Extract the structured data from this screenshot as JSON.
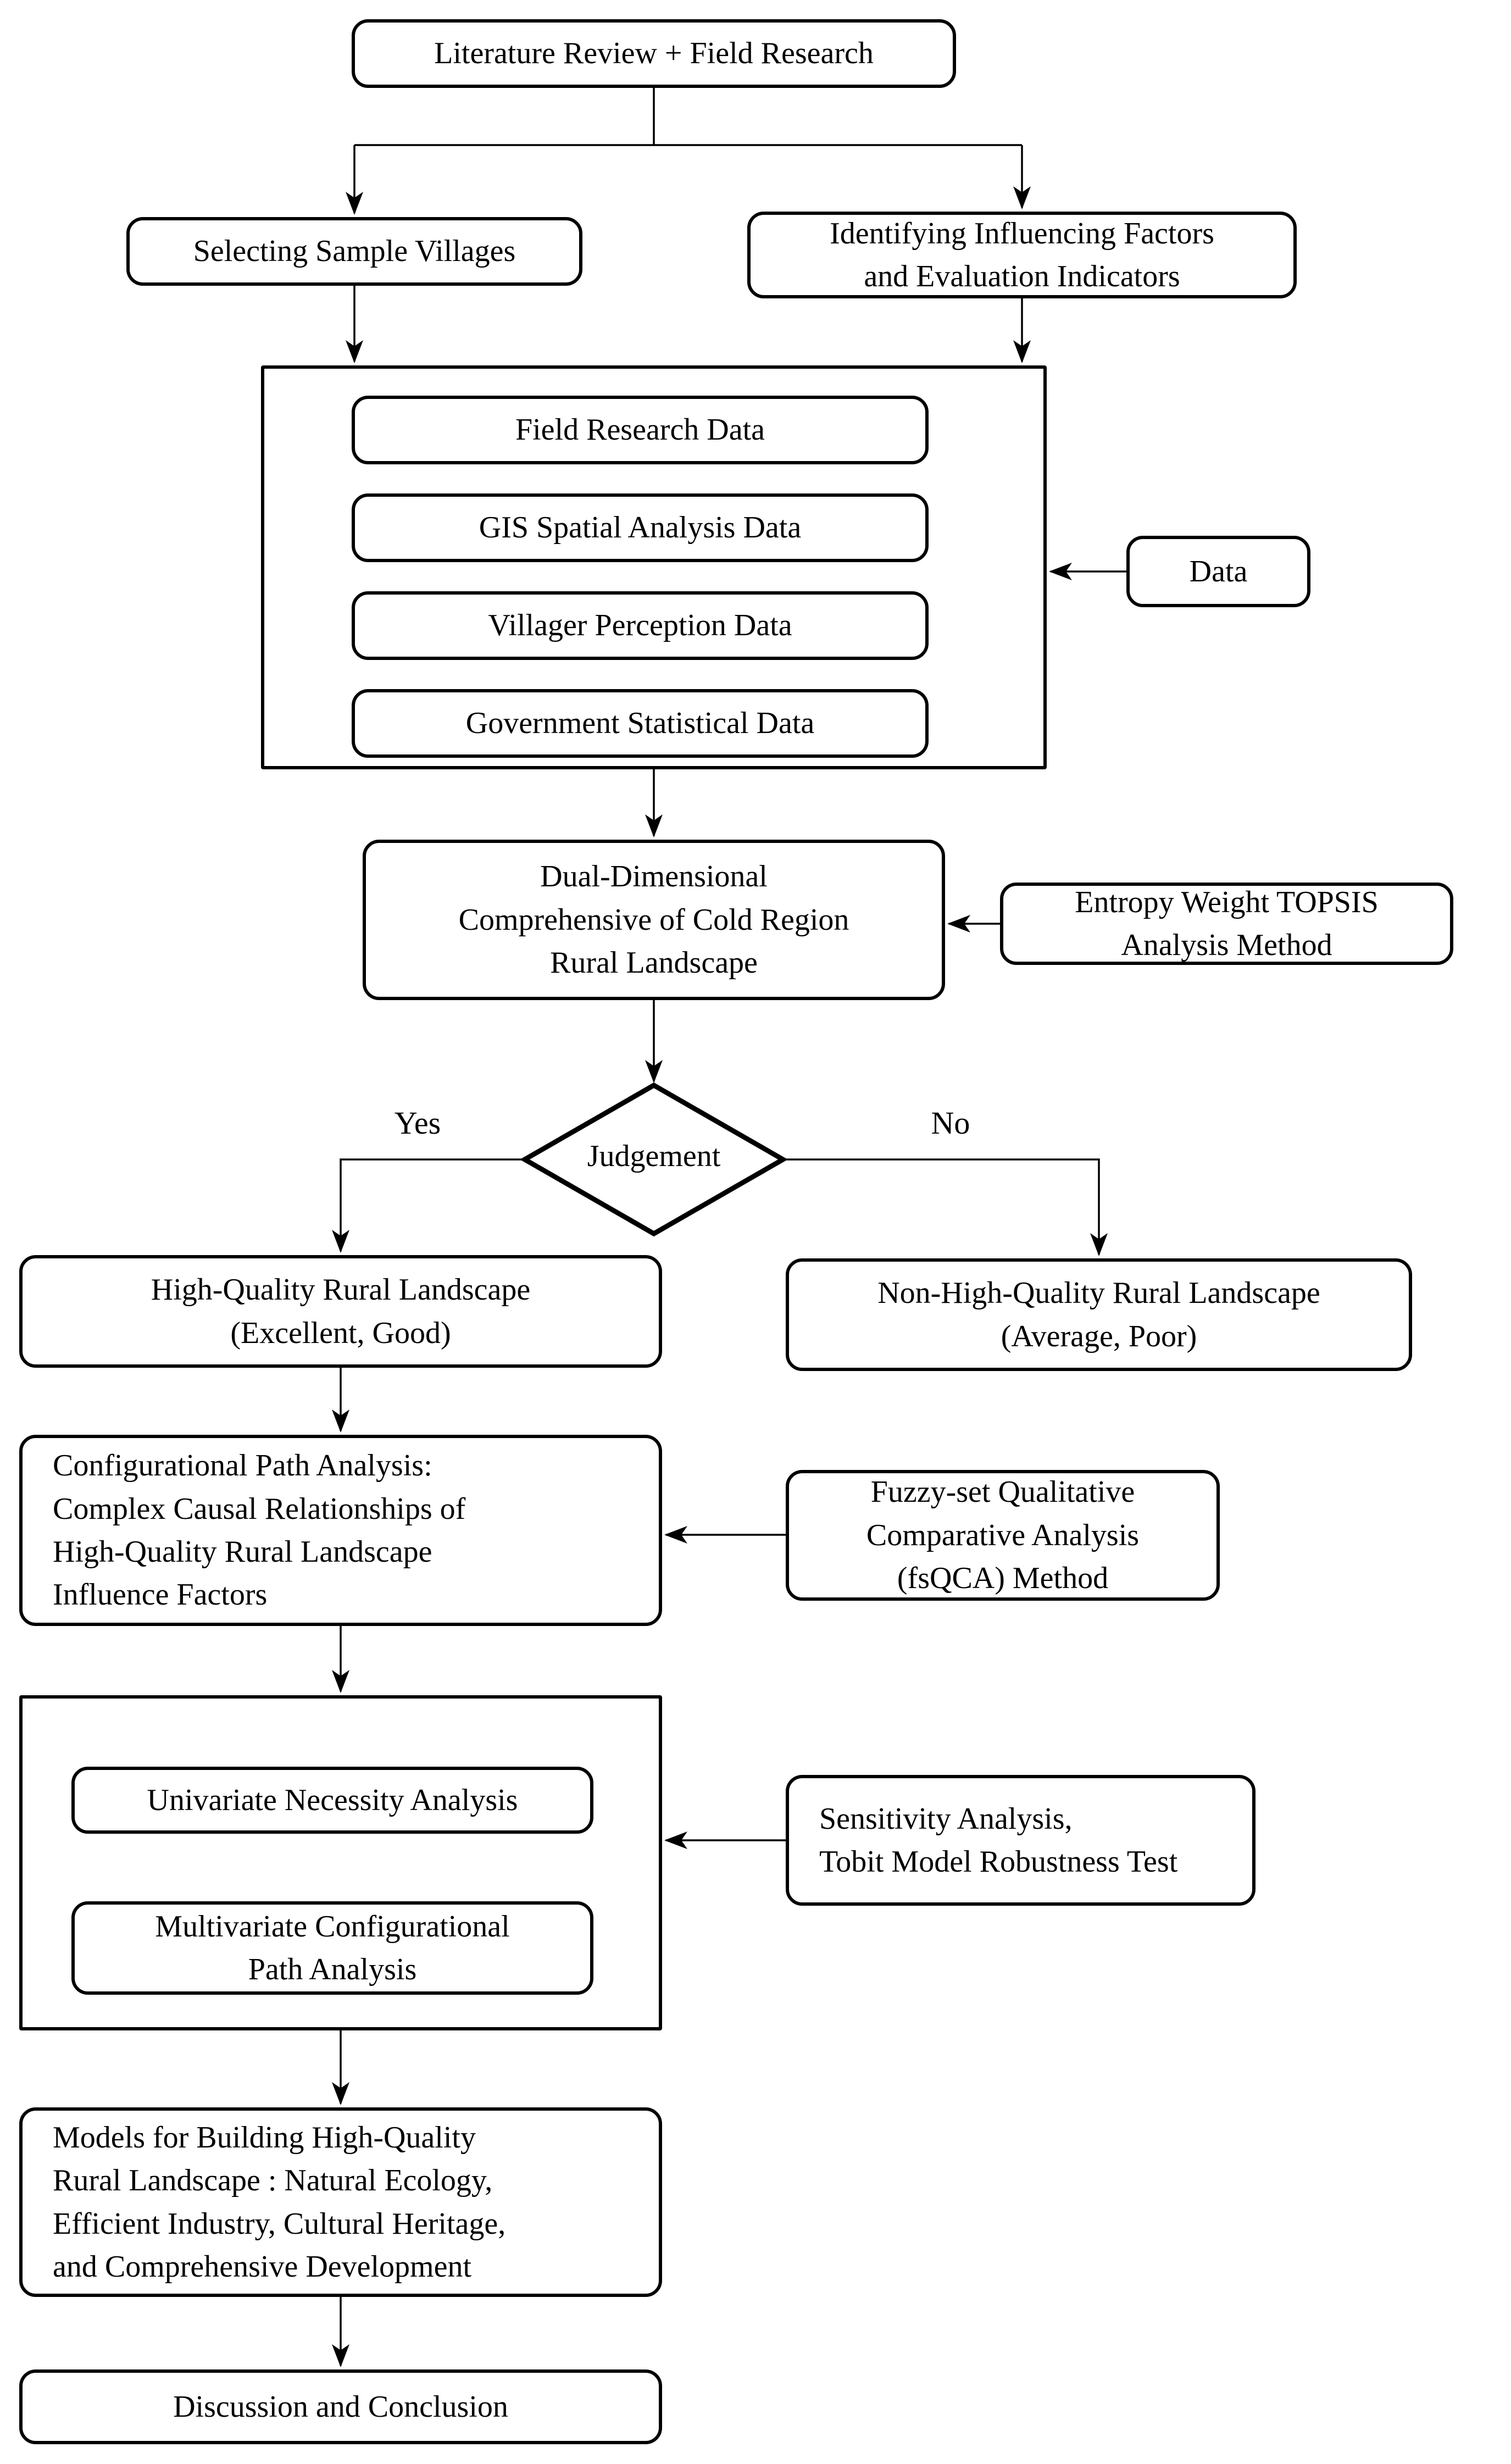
{
  "flowchart": {
    "colors": {
      "stroke": "#000000",
      "fill": "#ffffff"
    },
    "nodes": {
      "literature": "Literature Review + Field Research",
      "selecting": "Selecting Sample Villages",
      "identifying": "Identifying Influencing Factors\nand Evaluation Indicators",
      "field": "Field Research Data",
      "gis": "GIS Spatial Analysis Data",
      "villager": "Villager Perception Data",
      "government": "Government Statistical Data",
      "data": "Data",
      "dual": "Dual-Dimensional\nComprehensive of Cold Region\nRural Landscape",
      "entropy": "Entropy Weight TOPSIS\nAnalysis Method",
      "judgement": "Judgement",
      "high": "High-Quality Rural Landscape\n(Excellent, Good)",
      "nonhigh": "Non-High-Quality Rural Landscape\n(Average, Poor)",
      "config": "Configurational Path Analysis:\nComplex Causal Relationships of\nHigh-Quality Rural Landscape\nInfluence Factors",
      "fsqca": "Fuzzy-set Qualitative\nComparative Analysis\n(fsQCA) Method",
      "univariate": "Univariate Necessity Analysis",
      "multivariate": "Multivariate Configurational\nPath Analysis",
      "sensitivity": "Sensitivity Analysis,\nTobit Model Robustness Test",
      "models": "Models for Building High-Quality\nRural Landscape : Natural Ecology,\nEfficient Industry, Cultural Heritage,\nand Comprehensive Development",
      "discussion": "Discussion and Conclusion"
    },
    "branch_labels": {
      "yes": "Yes",
      "no": "No"
    }
  }
}
